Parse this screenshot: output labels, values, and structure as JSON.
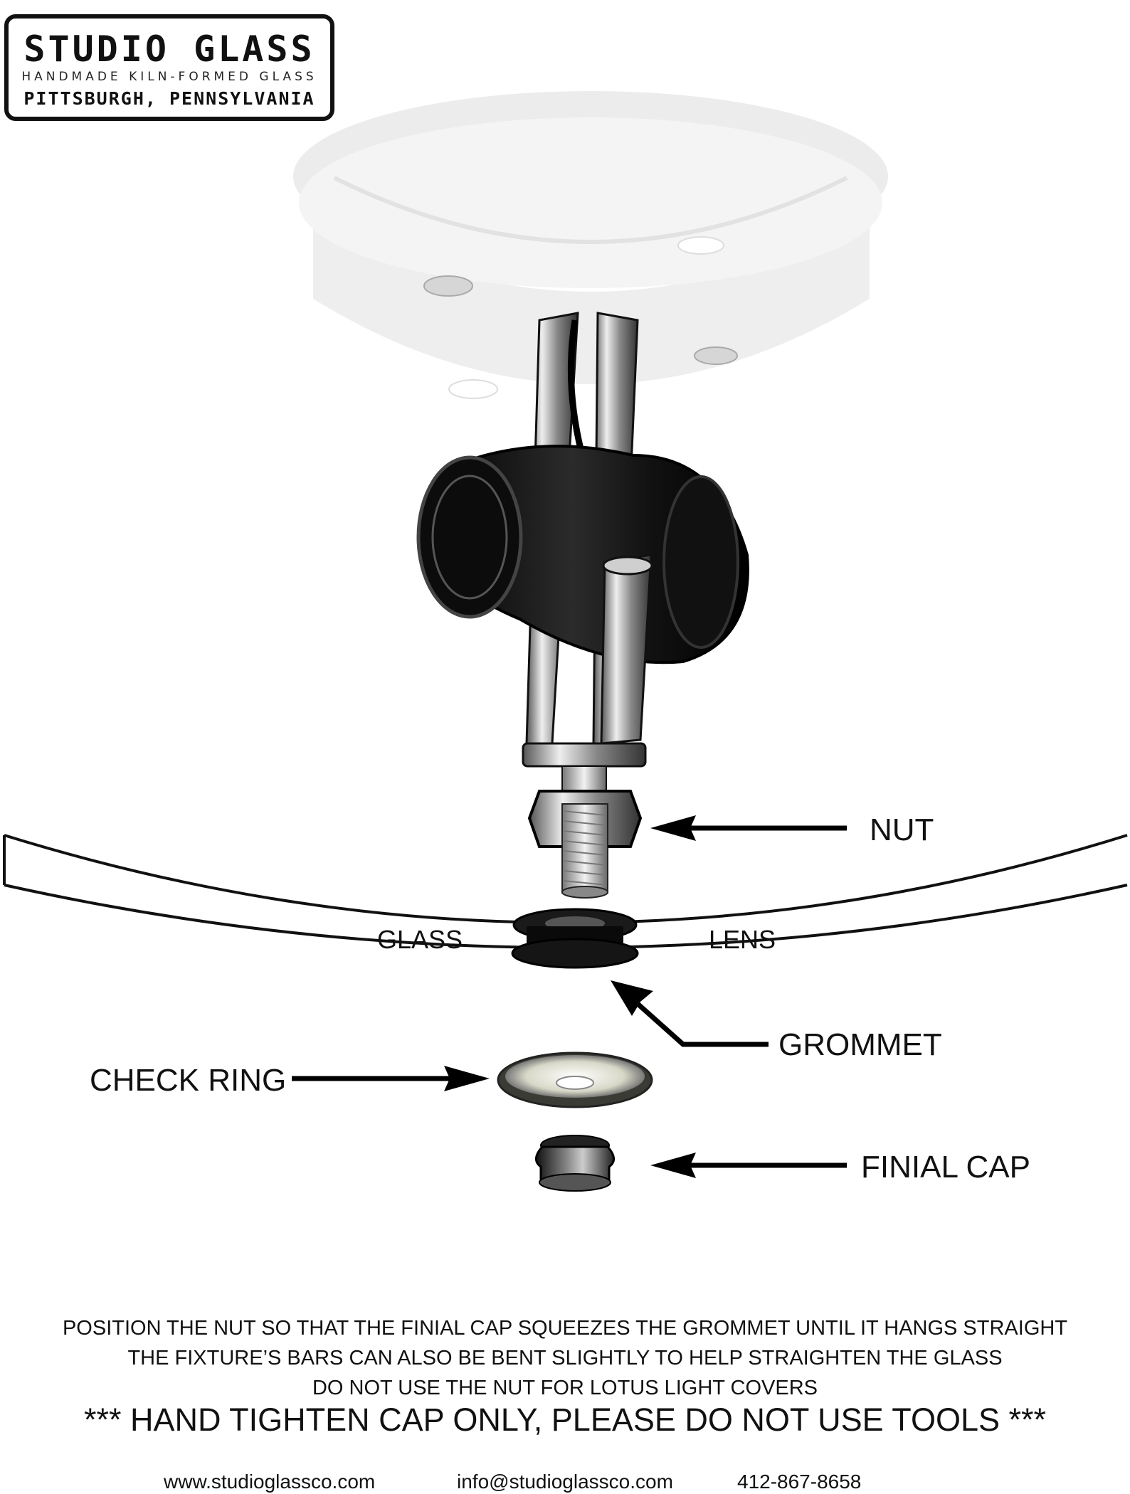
{
  "brand": {
    "name": "STUDIO GLASS",
    "tagline": "HANDMADE KILN-FORMED GLASS",
    "location": "PITTSBURGH, PENNSYLVANIA"
  },
  "labels": {
    "nut": "NUT",
    "glass": "GLASS",
    "lens": "LENS",
    "grommet": "GROMMET",
    "check_ring": "CHECK RING",
    "finial_cap": "FINIAL CAP"
  },
  "instructions": [
    "POSITION THE NUT SO THAT THE FINIAL CAP SQUEEZES THE GROMMET UNTIL IT HANGS STRAIGHT",
    "THE FIXTURE’S BARS CAN ALSO BE BENT SLIGHTLY TO HELP STRAIGHTEN THE GLASS",
    "DO NOT USE THE NUT FOR LOTUS LIGHT COVERS"
  ],
  "warning": "*** HAND TIGHTEN CAP ONLY, PLEASE DO NOT USE TOOLS ***",
  "contact": {
    "website": "www.studioglassco.com",
    "email": "info@studioglassco.com",
    "phone": "412-867-8658"
  }
}
